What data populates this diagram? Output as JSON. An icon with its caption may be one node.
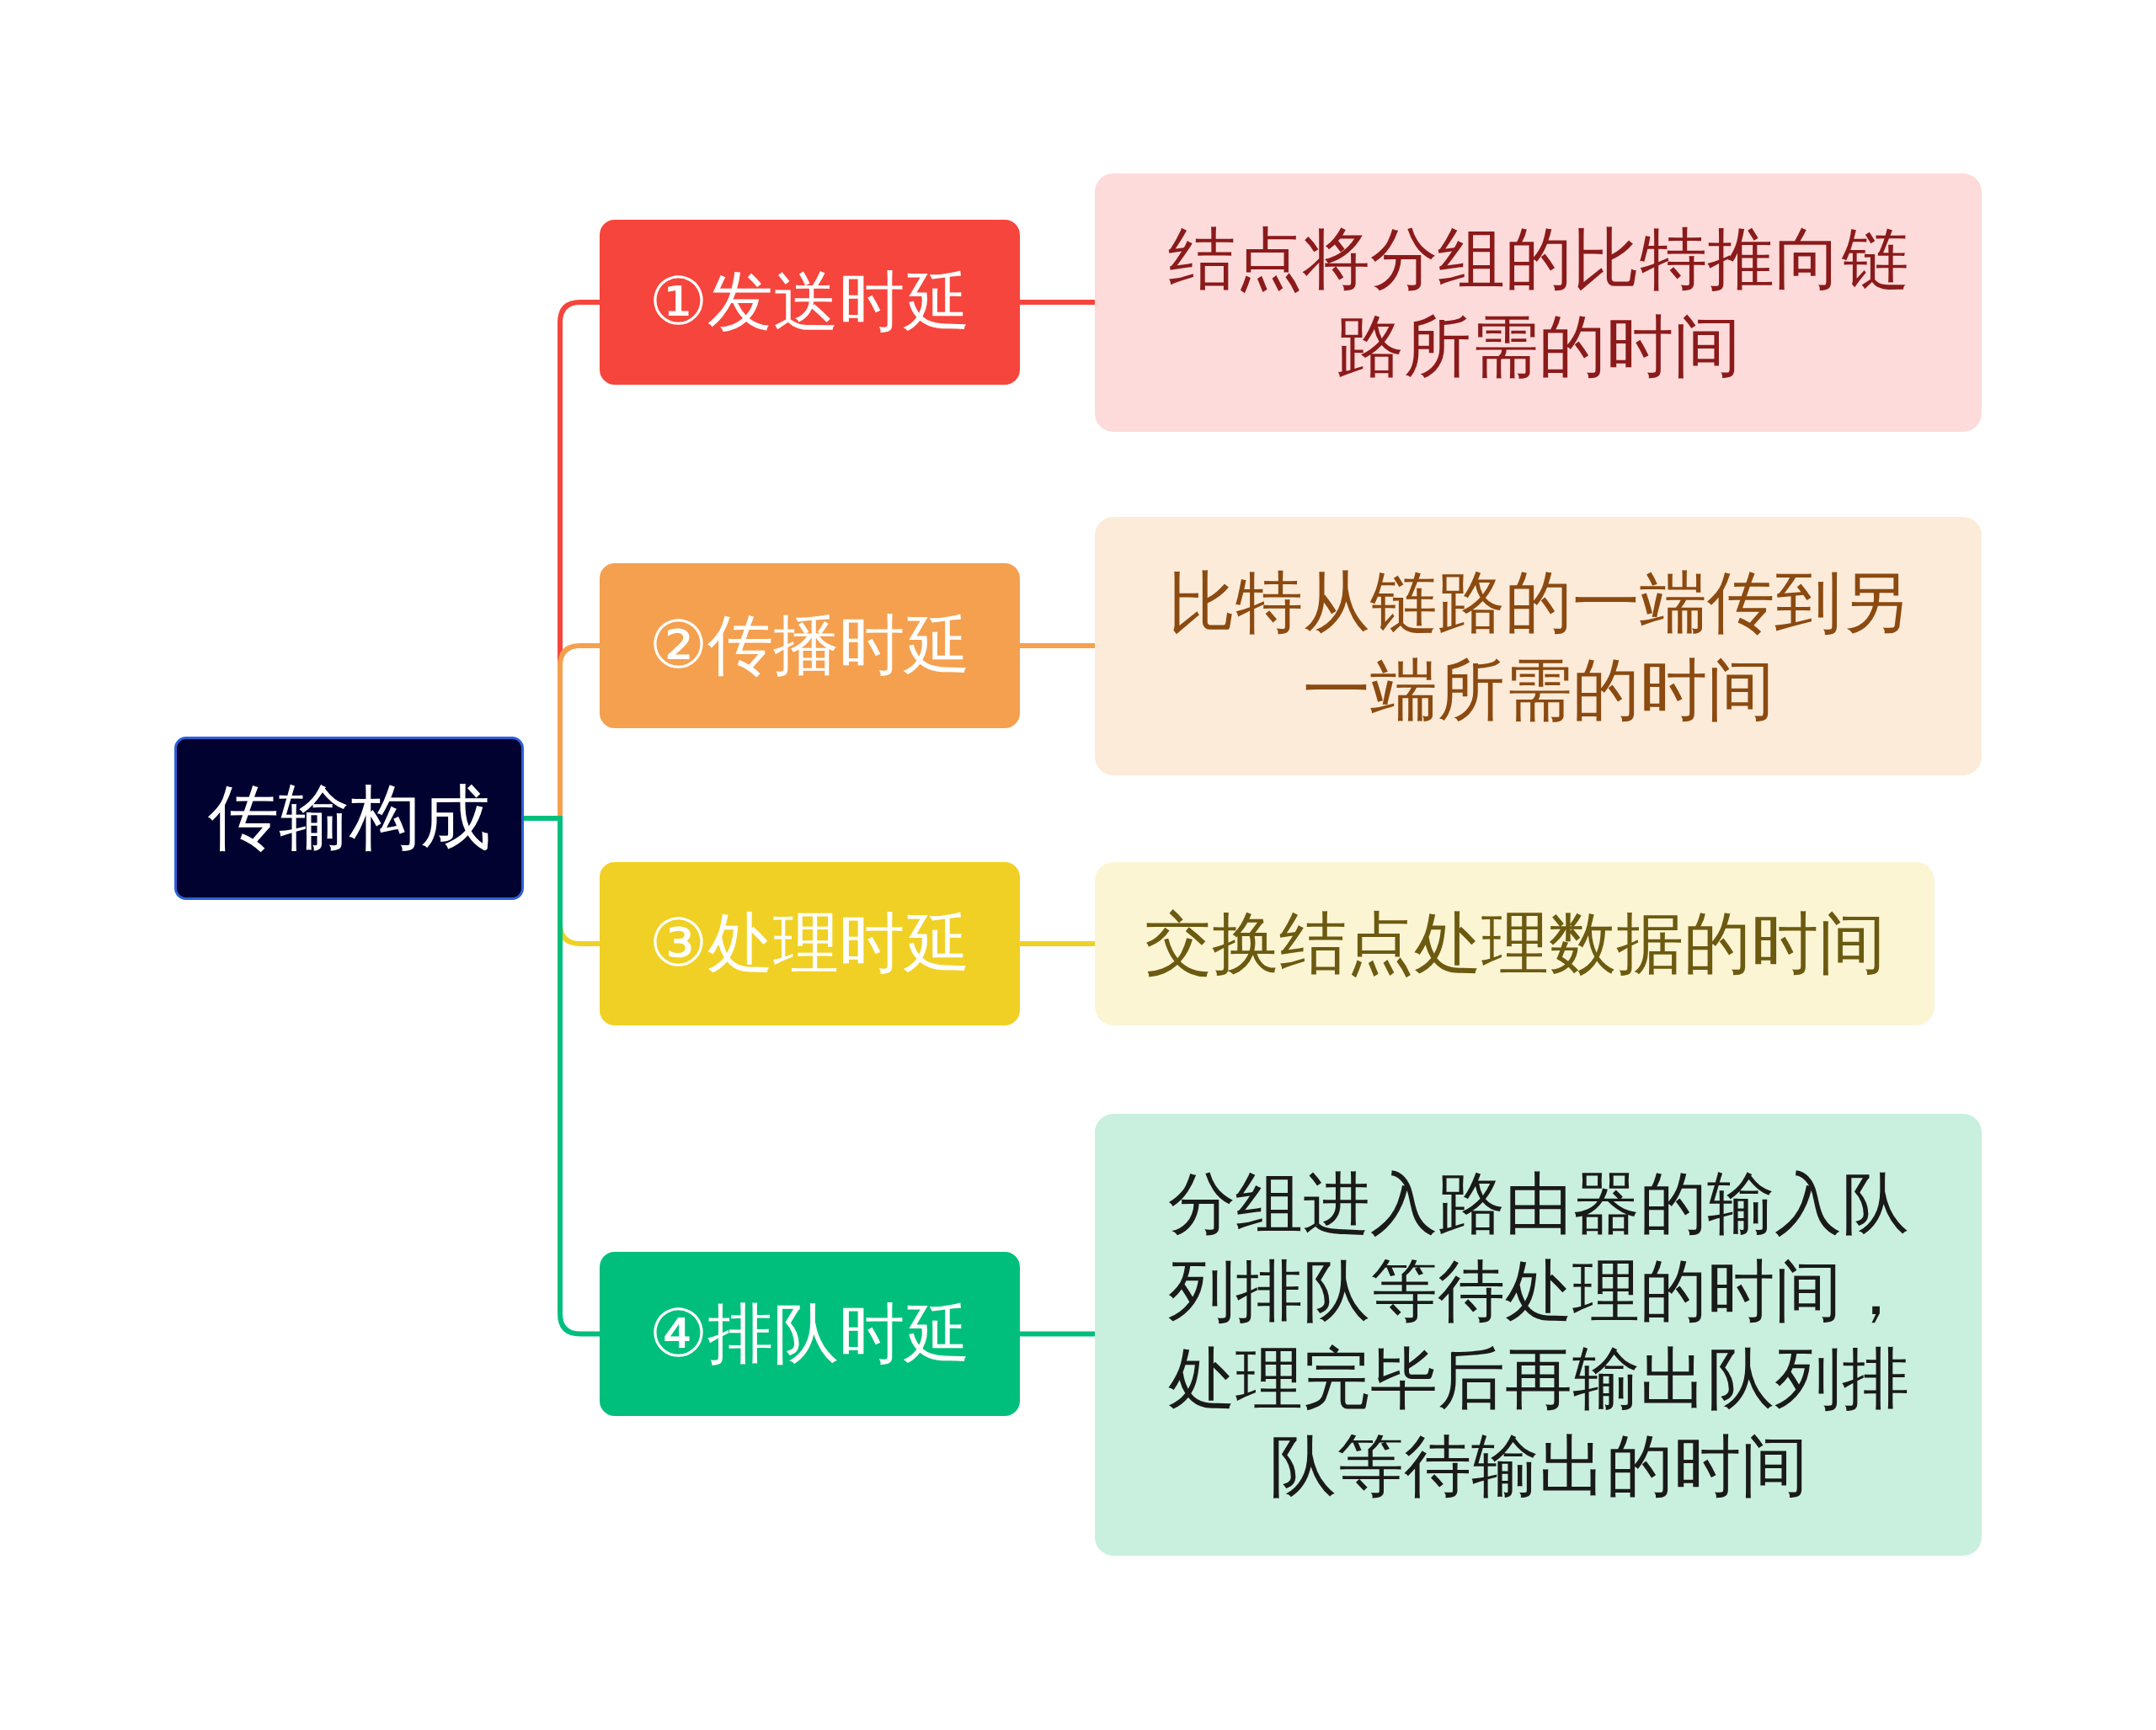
{
  "diagram": {
    "nodes": [
      {
        "text": [
          "传输构成"
        ]
      },
      {
        "text": [
          "①发送时延"
        ]
      },
      {
        "text": [
          "结点将分组的比特推向链路所需的时间"
        ]
      },
      {
        "text": [
          "②传播时延"
        ]
      },
      {
        "text": [
          "比特从链路的一端传到另一端所需的时间"
        ]
      },
      {
        "text": [
          "③处理时延"
        ]
      },
      {
        "text": [
          "交换结点处理数据的时间"
        ]
      },
      {
        "text": [
          "④排队时延"
        ]
      },
      {
        "text": [
          "分组进入路由器的输入队列排队等待处理的时间，处理完毕后再输出队列排队等待输出的时间"
        ]
      }
    ],
    "edges": [
      {
        "from": 0,
        "to": 1,
        "arrow": "none",
        "color": "#f6453c"
      },
      {
        "from": 1,
        "to": 2,
        "arrow": "none",
        "color": "#f6453c"
      },
      {
        "from": 0,
        "to": 3,
        "arrow": "none",
        "color": "#f4a04f"
      },
      {
        "from": 3,
        "to": 4,
        "arrow": "none",
        "color": "#f4a04f"
      },
      {
        "from": 0,
        "to": 5,
        "arrow": "none",
        "color": "#f0d024"
      },
      {
        "from": 5,
        "to": 6,
        "arrow": "none",
        "color": "#f0d024"
      },
      {
        "from": 0,
        "to": 7,
        "arrow": "none",
        "color": "#00bf7d"
      },
      {
        "from": 7,
        "to": 8,
        "arrow": "none",
        "color": "#00bf7d"
      }
    ]
  }
}
